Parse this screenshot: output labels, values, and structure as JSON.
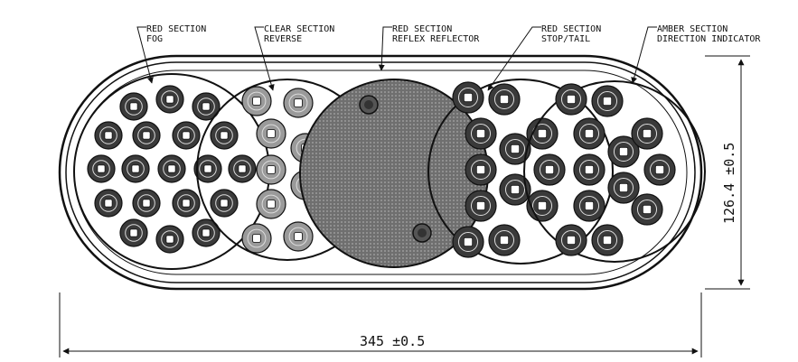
{
  "callouts": [
    {
      "line1": "RED SECTION",
      "line2": "FOG"
    },
    {
      "line1": "CLEAR SECTION",
      "line2": "REVERSE"
    },
    {
      "line1": "RED SECTION",
      "line2": "REFLEX REFLECTOR"
    },
    {
      "line1": "RED SECTION",
      "line2": "STOP/TAIL"
    },
    {
      "line1": "AMBER SECTION",
      "line2": "DIRECTION INDICATOR"
    }
  ],
  "dimensions": {
    "width": "345 ±0.5",
    "height": "126.4 ±0.5"
  },
  "colors": {
    "line": "#111111",
    "reflector": "#7a7a7a",
    "led_fill": "#3a3a3a",
    "led_core": "#ffffff"
  }
}
